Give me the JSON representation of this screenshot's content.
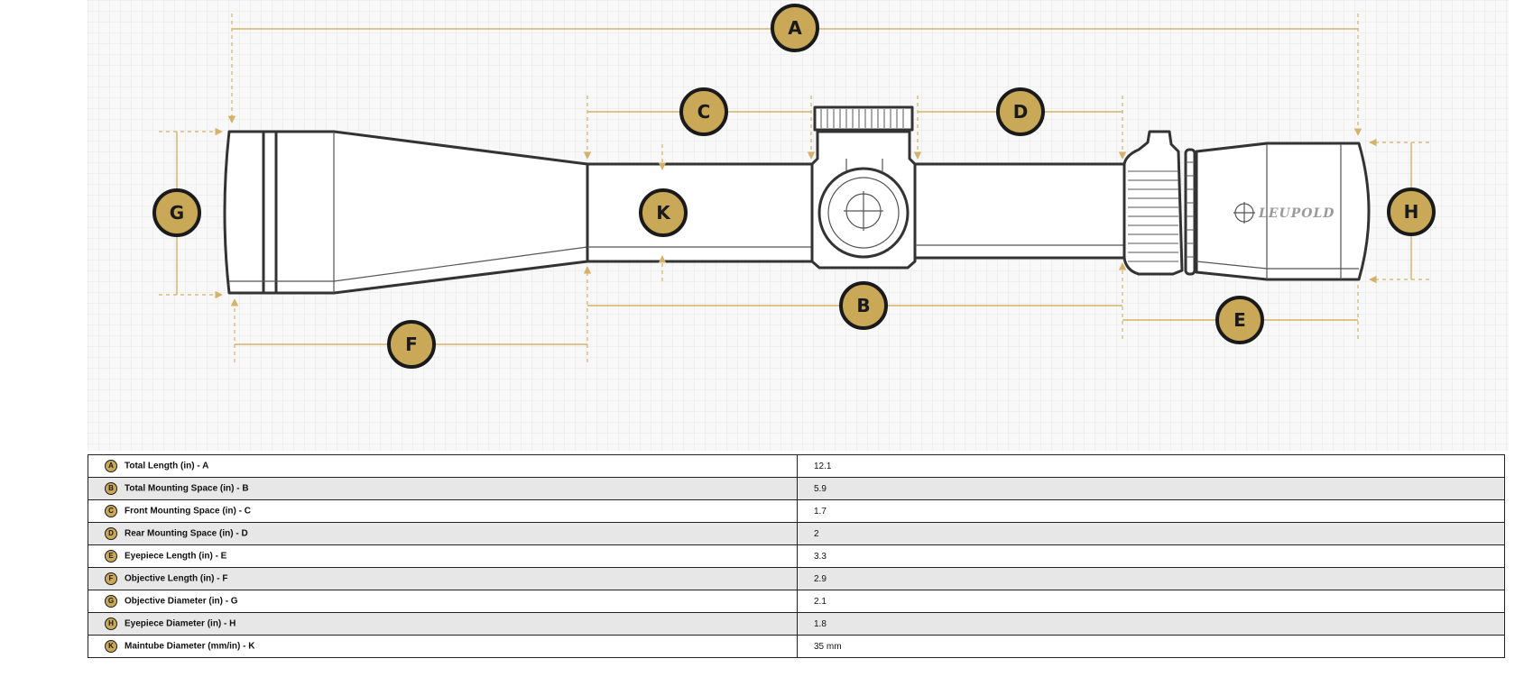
{
  "diagram": {
    "brand": "LEUPOLD",
    "callouts": {
      "A": "A",
      "B": "B",
      "C": "C",
      "D": "D",
      "E": "E",
      "F": "F",
      "G": "G",
      "H": "H",
      "K": "K"
    }
  },
  "colors": {
    "badge_fill": "#c9a857",
    "badge_border": "#1a1a1a",
    "dimension_line": "#d4b269",
    "row_alt": "#e7e7e7"
  },
  "specs": [
    {
      "badge": "A",
      "label": "Total Length (in) - A",
      "value": "12.1"
    },
    {
      "badge": "B",
      "label": "Total Mounting Space (in) - B",
      "value": "5.9"
    },
    {
      "badge": "C",
      "label": "Front Mounting Space (in) - C",
      "value": "1.7"
    },
    {
      "badge": "D",
      "label": "Rear Mounting Space (in) - D",
      "value": "2"
    },
    {
      "badge": "E",
      "label": "Eyepiece Length (in) - E",
      "value": "3.3"
    },
    {
      "badge": "F",
      "label": "Objective Length (in) - F",
      "value": "2.9"
    },
    {
      "badge": "G",
      "label": "Objective Diameter (in) - G",
      "value": "2.1"
    },
    {
      "badge": "H",
      "label": "Eyepiece Diameter (in) - H",
      "value": "1.8"
    },
    {
      "badge": "K",
      "label": "Maintube Diameter (mm/in) - K",
      "value": "35 mm"
    }
  ]
}
